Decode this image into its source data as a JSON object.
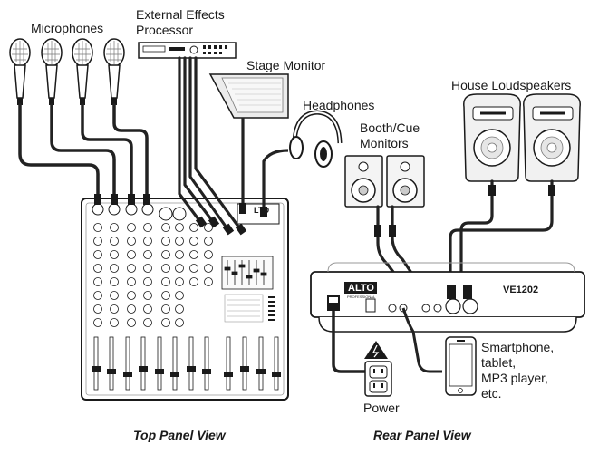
{
  "labels": {
    "microphones": "Microphones",
    "effects_line1": "External Effects",
    "effects_line2": "Processor",
    "stage_monitor": "Stage Monitor",
    "headphones": "Headphones",
    "booth_line1": "Booth/Cue",
    "booth_line2": "Monitors",
    "house": "House Loudspeakers",
    "power": "Power",
    "phone_line1": "Smartphone,",
    "phone_line2": "tablet,",
    "phone_line3": "MP3 player,",
    "phone_line4": "etc."
  },
  "captions": {
    "top": "Top Panel View",
    "rear": "Rear Panel View"
  },
  "device_text": {
    "brand": "ALTO",
    "brand_sub": "PROFESSIONAL",
    "model": "VE1202",
    "top_brand": "LTO"
  },
  "colors": {
    "ink": "#1a1a1a",
    "cable": "#222222",
    "panel_fill": "#f4f4f4",
    "device_grey": "#e6e6e6",
    "speaker_fill": "#f1f1f1"
  }
}
